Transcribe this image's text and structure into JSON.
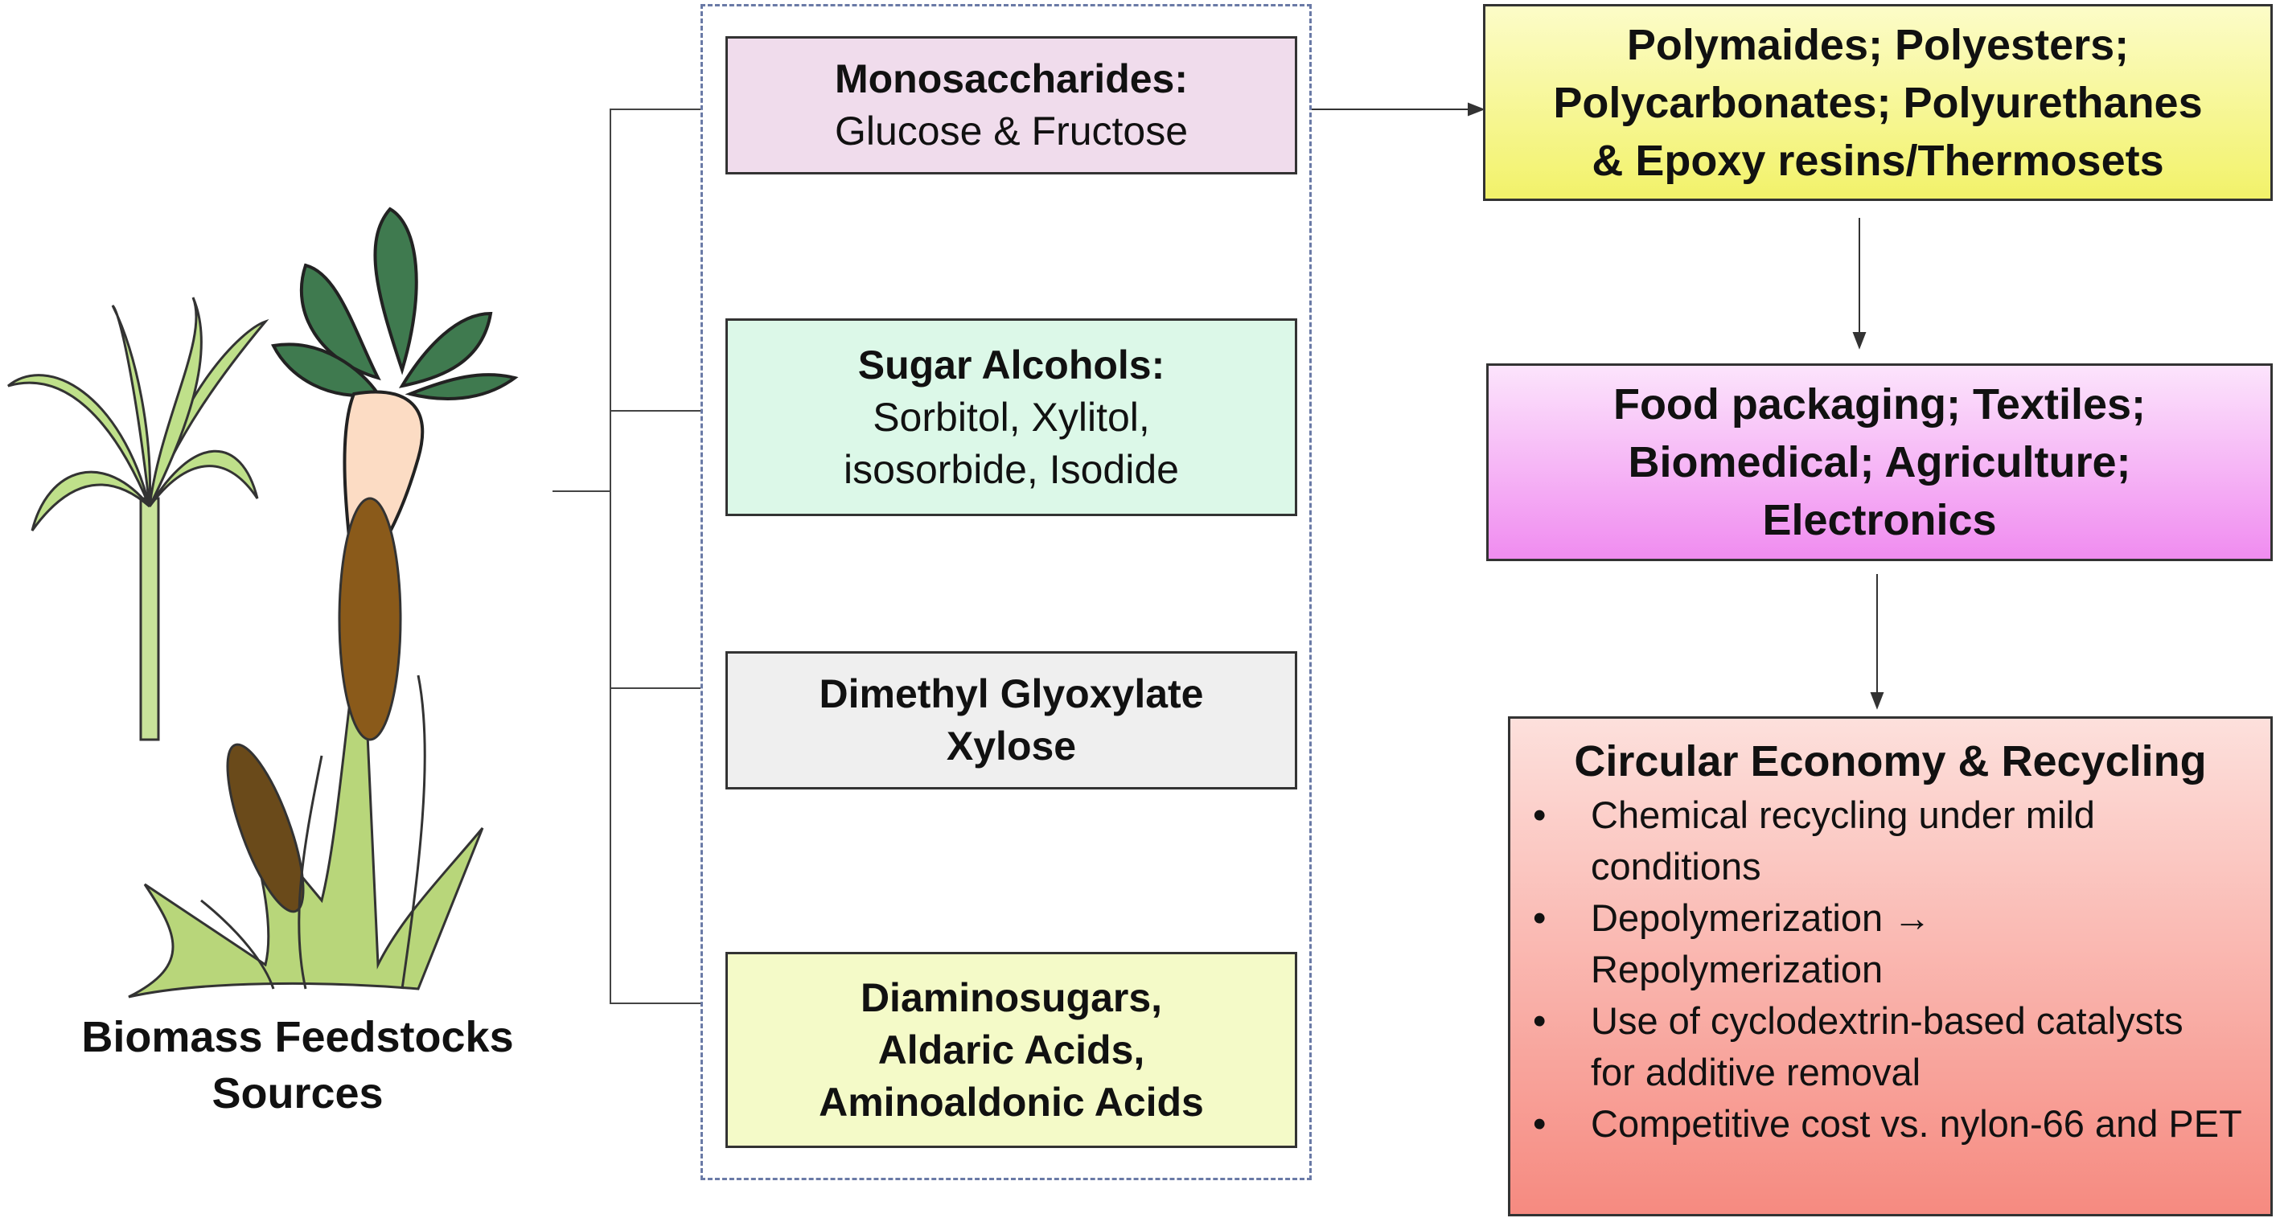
{
  "source": {
    "label_line1": "Biomass Feedstocks",
    "label_line2": "Sources"
  },
  "intermediates": [
    {
      "title": "Monosaccharides:",
      "lines": [
        "Glucose & Fructose"
      ],
      "color": "#f0dcec"
    },
    {
      "title": "Sugar Alcohols:",
      "lines": [
        "Sorbitol, Xylitol,",
        "isosorbide, Isodide"
      ],
      "color": "#dcf8e8"
    },
    {
      "title": "Dimethyl Glyoxylate",
      "lines": [
        "Xylose"
      ],
      "color": "#efefef"
    },
    {
      "title": "Diaminosugars,",
      "lines": [
        "Aldaric Acids,",
        "Aminoaldonic Acids"
      ],
      "color": "#f4fac8"
    }
  ],
  "polymers": {
    "lines": [
      "Polymaides; Polyesters;",
      "Polycarbonates; Polyurethanes",
      "& Epoxy resins/Thermosets"
    ]
  },
  "applications": {
    "lines": [
      "Food packaging; Textiles;",
      "Biomedical; Agriculture;",
      "Electronics"
    ]
  },
  "circular": {
    "title": "Circular Economy & Recycling",
    "bullets": [
      "Chemical recycling under mild conditions",
      "Depolymerization → Repolymerization",
      "Use of cyclodextrin-based catalysts for additive removal",
      "Competitive cost vs. nylon-66 and PET"
    ]
  }
}
